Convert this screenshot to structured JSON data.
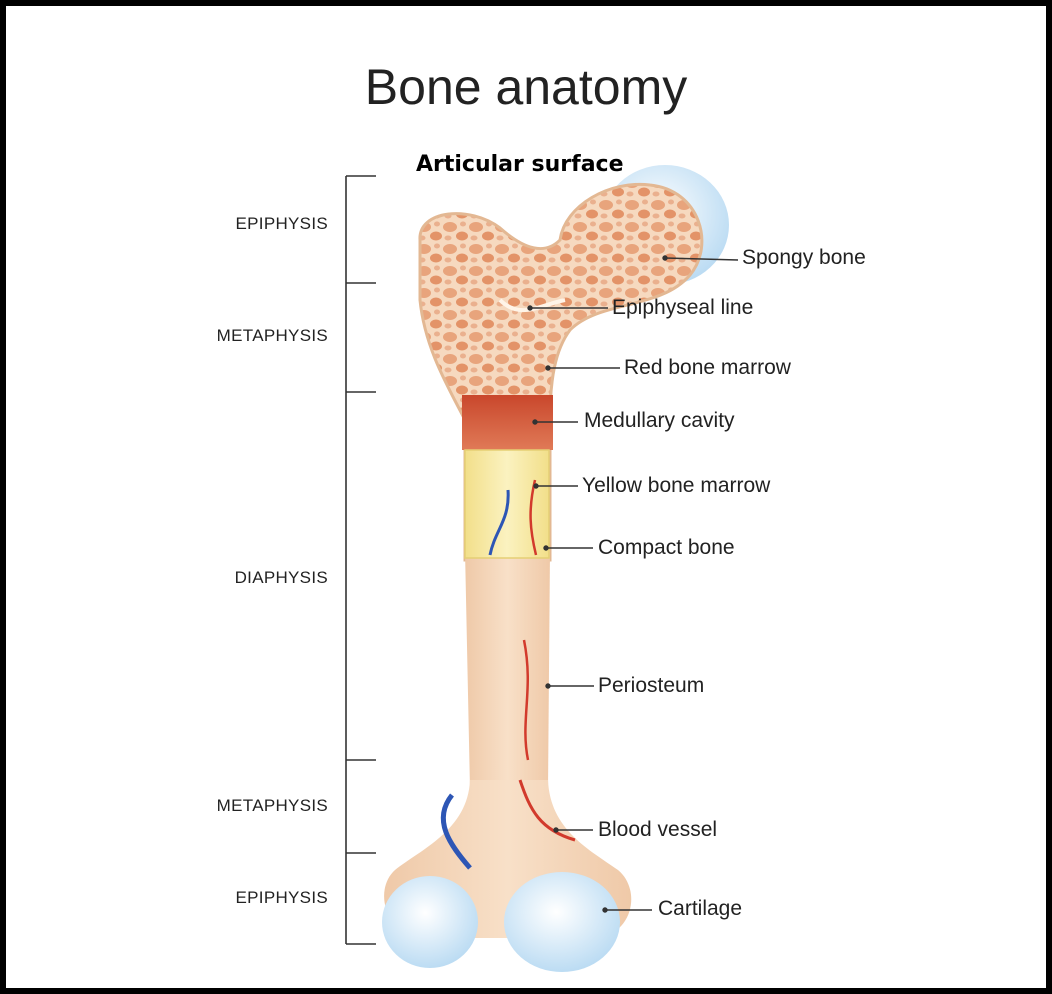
{
  "title": "Bone anatomy",
  "articular_label": "Articular surface",
  "regions": {
    "epiphysis_top": "EPIPHYSIS",
    "metaphysis_top": "METAPHYSIS",
    "diaphysis": "DIAPHYSIS",
    "metaphysis_bottom": "METAPHYSIS",
    "epiphysis_bottom": "EPIPHYSIS"
  },
  "callouts": {
    "spongy_bone": "Spongy bone",
    "epiphyseal_line": "Epiphyseal line",
    "red_bone_marrow": "Red bone marrow",
    "medullary_cavity": "Medullary cavity",
    "yellow_bone_marrow": "Yellow bone marrow",
    "compact_bone": "Compact bone",
    "periosteum": "Periosteum",
    "blood_vessel": "Blood vessel",
    "cartilage": "Cartilage"
  },
  "colors": {
    "bone": "#f6d9bf",
    "spongy": "#e8a47c",
    "red_marrow": "#d8603f",
    "yellow_marrow": "#f5e79a",
    "cartilage": "#cfe6f7",
    "artery": "#d23a2c",
    "vein": "#2d56b5"
  }
}
